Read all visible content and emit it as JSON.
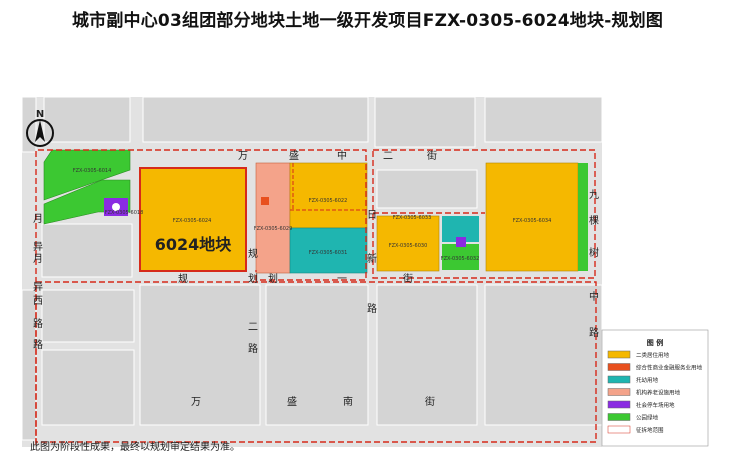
{
  "title": "城市副中心03组团部分地块土地一级开发项目FZX-0305-6024地块-规划图",
  "north_label": "N",
  "roads": {
    "top": [
      "万",
      "盛",
      "中",
      "二",
      "街"
    ],
    "bottom": [
      "万",
      "盛",
      "南",
      "街"
    ],
    "left": [
      "月",
      "异",
      "西",
      "路"
    ],
    "mid_left": [
      "月",
      "异",
      "路"
    ],
    "mid_vertical": [
      "规",
      "划",
      "二",
      "路"
    ],
    "mid_vertical2": [
      "规",
      "划",
      "一",
      "路"
    ],
    "right": [
      "九",
      "棵",
      "树",
      "中",
      "路"
    ],
    "horizontal_mid": [
      "规",
      "划",
      "一",
      "街"
    ],
    "center_vertical": [
      "日",
      "新",
      "路"
    ]
  },
  "parcels": {
    "main_label": "6024地块",
    "codes": {
      "a": "FZX-0305-6024",
      "b": "FZX-0305-6029",
      "c": "FZX-0305-6022",
      "d": "FZX-0305-6030",
      "e": "FZX-0305-6033",
      "f": "FZX-0305-6034",
      "g": "FZX-0305-6031",
      "h": "FZX-0305-6014",
      "i": "FZX-0305-6018",
      "j": "FZX-0305-6032"
    }
  },
  "legend": {
    "title": "图 例",
    "items": [
      {
        "label": "二类居住用地",
        "color": "#f5b800"
      },
      {
        "label": "综合性商业金融服务业用地",
        "color": "#e8501e"
      },
      {
        "label": "托幼用地",
        "color": "#1fb5b0"
      },
      {
        "label": "机构养老设施用地",
        "color": "#f4a38a"
      },
      {
        "label": "社会停车场用地",
        "color": "#8a2be2"
      },
      {
        "label": "公园绿地",
        "color": "#3cc832"
      },
      {
        "label": "征拆地范围",
        "color": "#ffffff"
      }
    ]
  },
  "note": "此图为阶段性成果，最终以规划审定结果为准。"
}
